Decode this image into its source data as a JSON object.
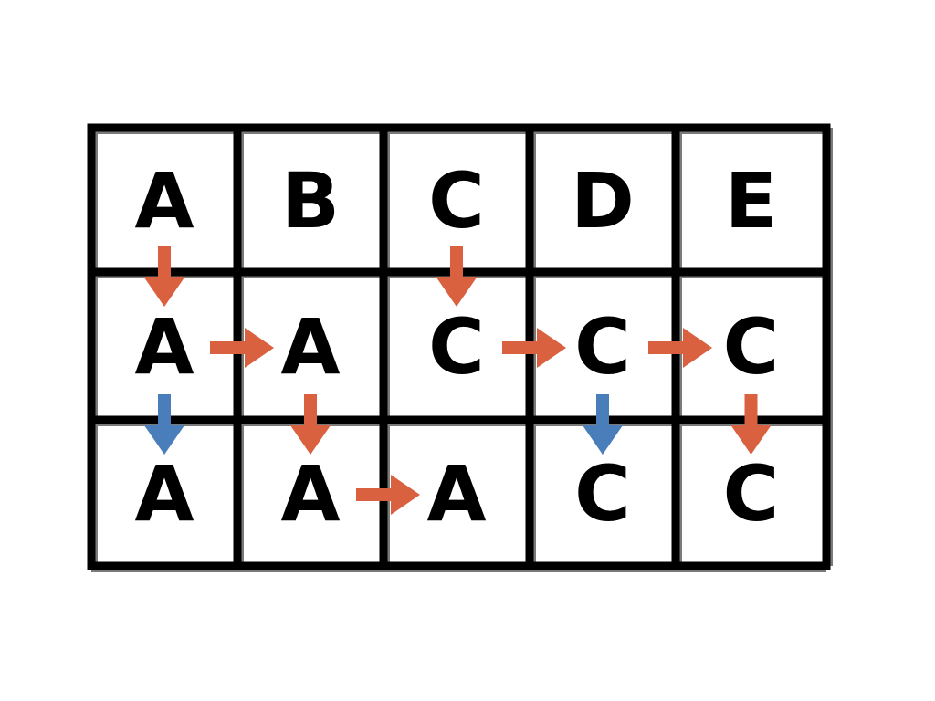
{
  "colors": {
    "arrow_orange": "#D9613F",
    "arrow_blue": "#4A7EBB",
    "grid": "#000000"
  },
  "grid": {
    "rows": [
      [
        "A",
        "B",
        "C",
        "D",
        "E"
      ],
      [
        "A",
        "A",
        "C",
        "C",
        "C"
      ],
      [
        "A",
        "A",
        "A",
        "C",
        "C"
      ]
    ]
  },
  "arrows": [
    {
      "from": [
        0,
        0
      ],
      "to": [
        1,
        0
      ],
      "direction": "down",
      "color": "orange"
    },
    {
      "from": [
        0,
        2
      ],
      "to": [
        1,
        2
      ],
      "direction": "down",
      "color": "orange"
    },
    {
      "from": [
        1,
        0
      ],
      "to": [
        1,
        1
      ],
      "direction": "right",
      "color": "orange"
    },
    {
      "from": [
        1,
        2
      ],
      "to": [
        1,
        3
      ],
      "direction": "right",
      "color": "orange"
    },
    {
      "from": [
        1,
        3
      ],
      "to": [
        1,
        4
      ],
      "direction": "right",
      "color": "orange"
    },
    {
      "from": [
        1,
        0
      ],
      "to": [
        2,
        0
      ],
      "direction": "down",
      "color": "blue"
    },
    {
      "from": [
        1,
        1
      ],
      "to": [
        2,
        1
      ],
      "direction": "down",
      "color": "orange"
    },
    {
      "from": [
        1,
        3
      ],
      "to": [
        2,
        3
      ],
      "direction": "down",
      "color": "blue"
    },
    {
      "from": [
        1,
        4
      ],
      "to": [
        2,
        4
      ],
      "direction": "down",
      "color": "orange"
    },
    {
      "from": [
        2,
        1
      ],
      "to": [
        2,
        2
      ],
      "direction": "right",
      "color": "orange"
    }
  ]
}
